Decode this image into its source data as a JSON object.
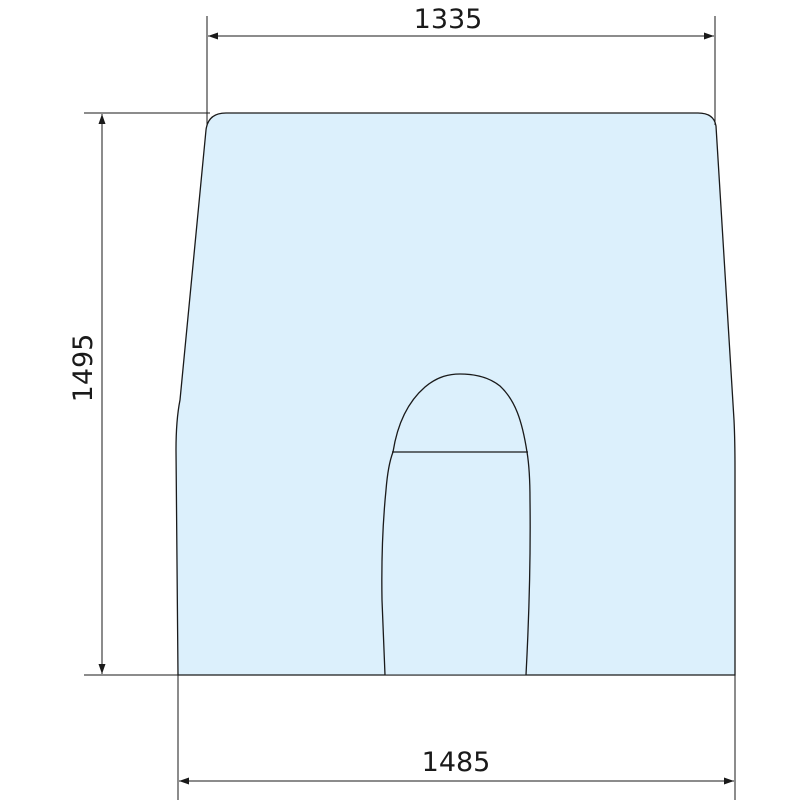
{
  "dimensions": {
    "top_width": "1335",
    "height": "1495",
    "bottom_width": "1485"
  },
  "colors": {
    "glass_fill": "#dcf0fc",
    "line": "#1a1a1a"
  }
}
